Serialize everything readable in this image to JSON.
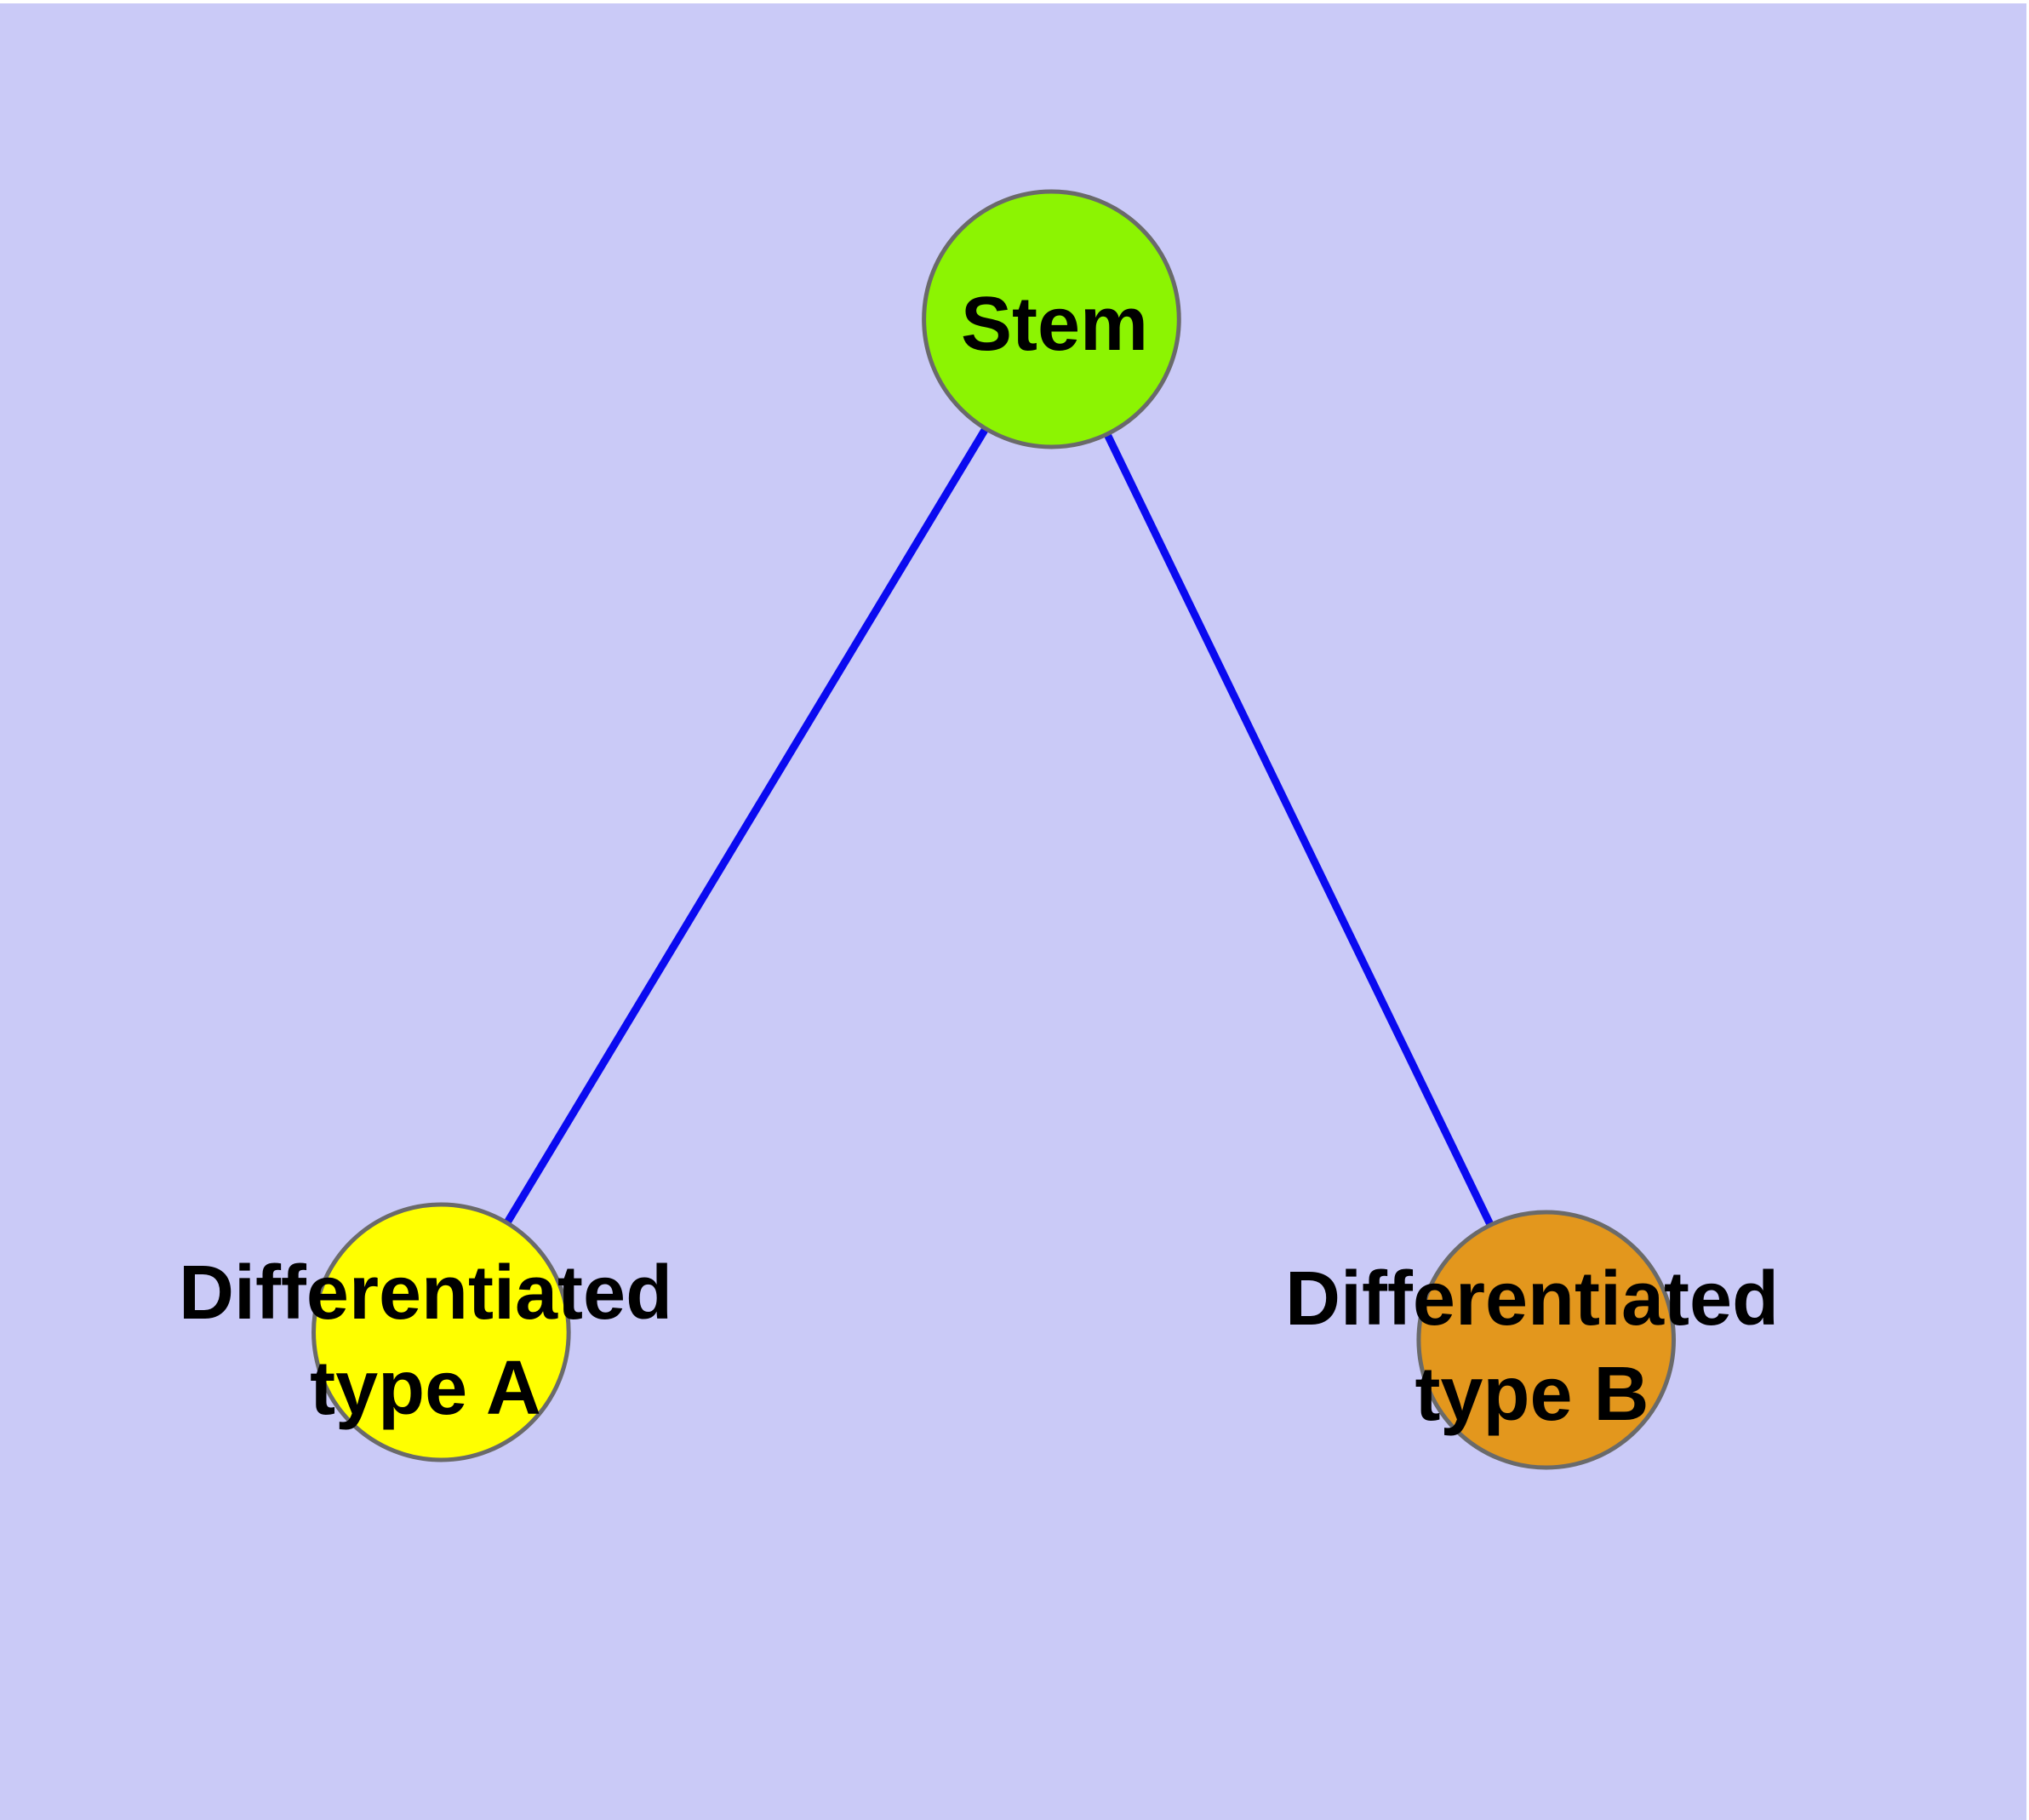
{
  "diagram": {
    "background_color": "#CACAF7",
    "page_margin_color": "#FFFFFF",
    "node_border_color": "#6A6A6A",
    "label_text_color": "#000000",
    "nodes": {
      "stem": {
        "label": "Stem",
        "fill": "#8CF402"
      },
      "type_a": {
        "label_line1": "Differentiated",
        "label_line2": "type A",
        "fill": "#FFFF00"
      },
      "type_b": {
        "label_line1": "Differentiated",
        "label_line2": "type B",
        "fill": "#E3971D"
      }
    },
    "edges": [
      {
        "name": "stem-to-type-a",
        "color": "#0A0AF0"
      },
      {
        "name": "stem-to-type-b",
        "color": "#0A0AF0"
      }
    ]
  }
}
